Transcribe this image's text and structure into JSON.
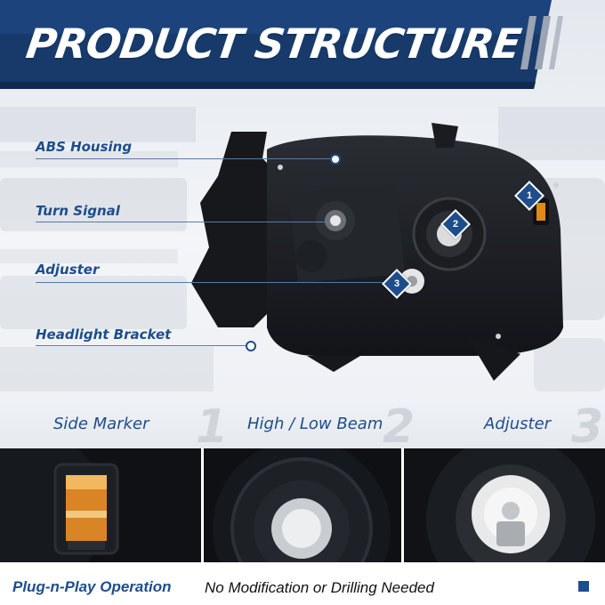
{
  "header": {
    "title": "PRODUCT STRUCTURE"
  },
  "callouts": [
    {
      "label": "ABS Housing"
    },
    {
      "label": "Turn Signal"
    },
    {
      "label": "Adjuster"
    },
    {
      "label": "Headlight Bracket"
    }
  ],
  "badges": [
    "1",
    "2",
    "3"
  ],
  "details": [
    {
      "label": "Side Marker",
      "number": "1"
    },
    {
      "label": "High / Low Beam",
      "number": "2"
    },
    {
      "label": "Adjuster",
      "number": "3"
    }
  ],
  "footer": {
    "feature": "Plug-n-Play Operation",
    "description": "No Modification or Drilling Needed"
  },
  "colors": {
    "brand_blue": "#1e4d8c",
    "banner_dark": "#173a6b",
    "amber": "#e08a1a"
  }
}
